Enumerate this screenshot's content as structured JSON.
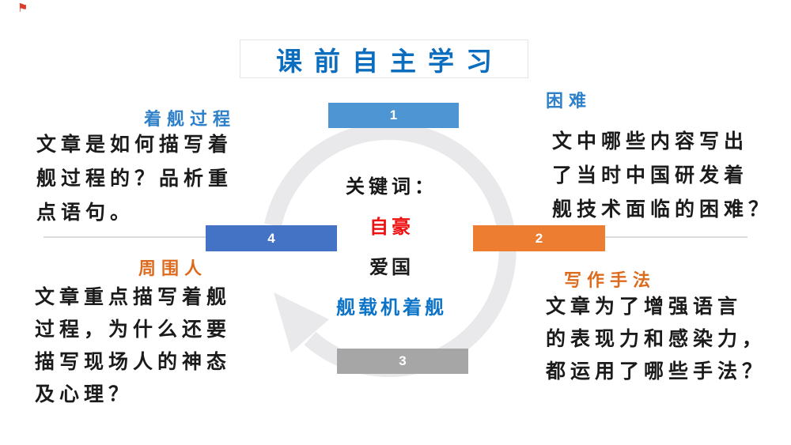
{
  "slide": {
    "title": "课前自主学习",
    "title_color": "#0b6dbe",
    "flag_icon": "⚑",
    "flag_icon_color": "#e03a2a"
  },
  "center": {
    "label": "关键词：",
    "keywords": [
      {
        "text": "自豪",
        "color": "#ee1111"
      },
      {
        "text": "爱国",
        "color": "#1a1a1a"
      },
      {
        "text": "舰载机着舰",
        "color": "#0c74c8"
      }
    ]
  },
  "steps": [
    {
      "number": "1",
      "color": "#4e95d4"
    },
    {
      "number": "2",
      "color": "#ed7d31"
    },
    {
      "number": "3",
      "color": "#a6a6a6"
    },
    {
      "number": "4",
      "color": "#4472c4"
    }
  ],
  "sections": {
    "top_left": {
      "heading": "着舰过程",
      "heading_color": "#2e80c8",
      "lines": [
        "文章是如何描写着",
        "舰过程的？品析重",
        "点语句。"
      ]
    },
    "top_right": {
      "heading": "困难",
      "heading_color": "#2e80c8",
      "lines": [
        "文中哪些内容写出",
        "了当时中国研发着",
        "舰技术面临的困难？"
      ]
    },
    "bottom_left": {
      "heading": "周围人",
      "heading_color": "#dd6b1e",
      "lines": [
        "文章重点描写着舰",
        "过程，为什么还要",
        "描写现场人的神态",
        "及心理？"
      ]
    },
    "bottom_right": {
      "heading": "写作手法",
      "heading_color": "#dd6b1e",
      "lines": [
        "文章为了增强语言",
        "的表现力和感染力，",
        "都运用了哪些手法？"
      ]
    }
  },
  "diagram": {
    "ring_color": "#e9e9eb"
  }
}
